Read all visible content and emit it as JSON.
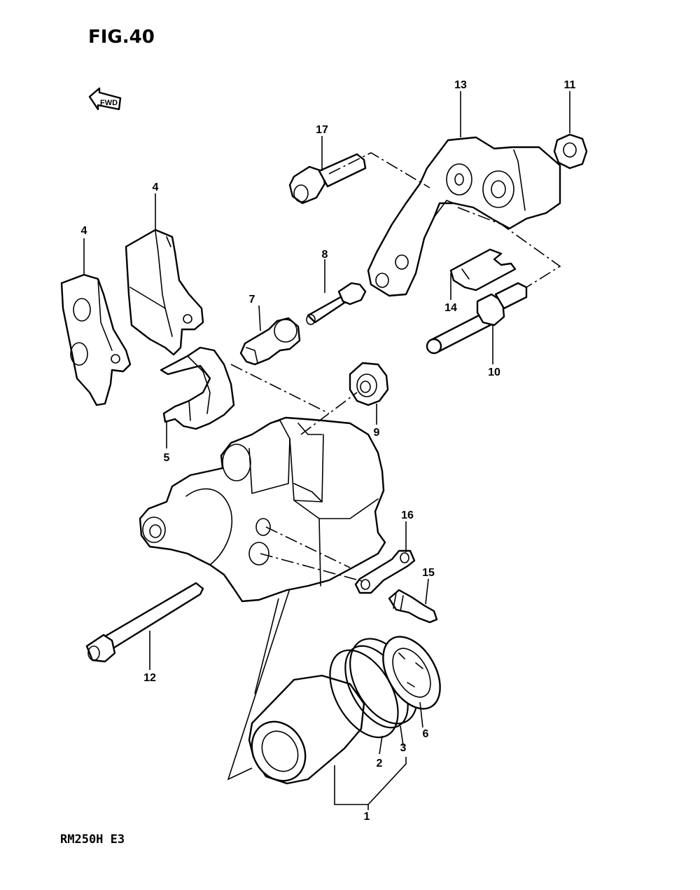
{
  "figure": {
    "title": "FIG.40",
    "model": "RM250H E3",
    "forward_marker": "FWD"
  },
  "callouts": {
    "c1": "1",
    "c2": "2",
    "c3": "3",
    "c4a": "4",
    "c4b": "4",
    "c5": "5",
    "c6": "6",
    "c7": "7",
    "c8": "8",
    "c9": "9",
    "c10": "10",
    "c11": "11",
    "c12": "12",
    "c13": "13",
    "c14": "14",
    "c15": "15",
    "c16": "16",
    "c17": "17"
  }
}
